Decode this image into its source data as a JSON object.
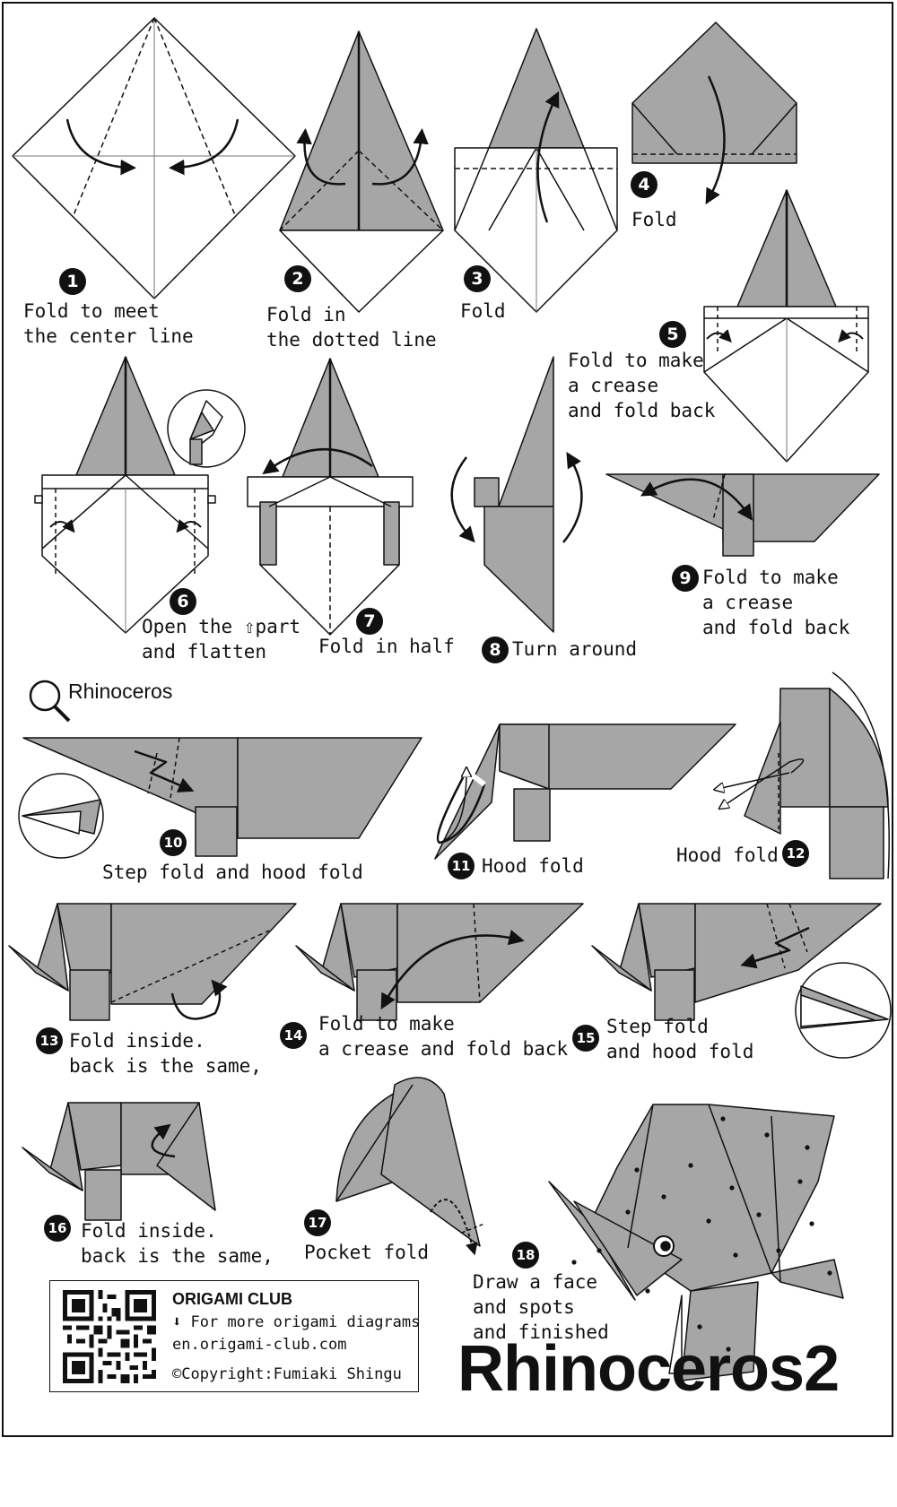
{
  "steps": [
    {
      "n": "1",
      "line1": "Fold to meet",
      "line2": "the center line"
    },
    {
      "n": "2",
      "line1": "Fold in",
      "line2": "the dotted line"
    },
    {
      "n": "3",
      "line1": "Fold",
      "line2": ""
    },
    {
      "n": "4",
      "line1": "Fold",
      "line2": ""
    },
    {
      "n": "5",
      "line1": "Fold to make",
      "line2": "a crease",
      "line3": "and fold back"
    },
    {
      "n": "6",
      "line1a": "Open the",
      "line1b": "part",
      "line2": "and flatten"
    },
    {
      "n": "7",
      "line1": "Fold in half"
    },
    {
      "n": "8",
      "line1": "Turn around"
    },
    {
      "n": "9",
      "line1": "Fold to make",
      "line2": "a crease",
      "line3": "and fold back"
    },
    {
      "n": "10",
      "line1": "Step fold and hood fold"
    },
    {
      "n": "11",
      "line1": "Hood fold"
    },
    {
      "n": "12",
      "line1": "Hood fold"
    },
    {
      "n": "13",
      "line1": "Fold inside.",
      "line2": "back is the same,"
    },
    {
      "n": "14",
      "line1": "Fold to make",
      "line2": "a crease and fold back"
    },
    {
      "n": "15",
      "line1": "Step fold",
      "line2": "and hood fold"
    },
    {
      "n": "16",
      "line1": "Fold inside.",
      "line2": "back is the same,"
    },
    {
      "n": "17",
      "line1": "Pocket fold"
    },
    {
      "n": "18",
      "line1": "Draw a face",
      "line2": "and spots",
      "line3": "and finished"
    }
  ],
  "section_title": "Rhinoceros",
  "title": "Rhinoceros2",
  "brand": {
    "name": "ORIGAMI CLUB",
    "tagline": "For more origami diagrams",
    "url": "en.origami-club.com",
    "copyright": "©Copyright:Fumiaki Shingu"
  },
  "colors": {
    "paper_gray": "#a6a6a6",
    "ink": "#111111",
    "background": "#ffffff"
  }
}
